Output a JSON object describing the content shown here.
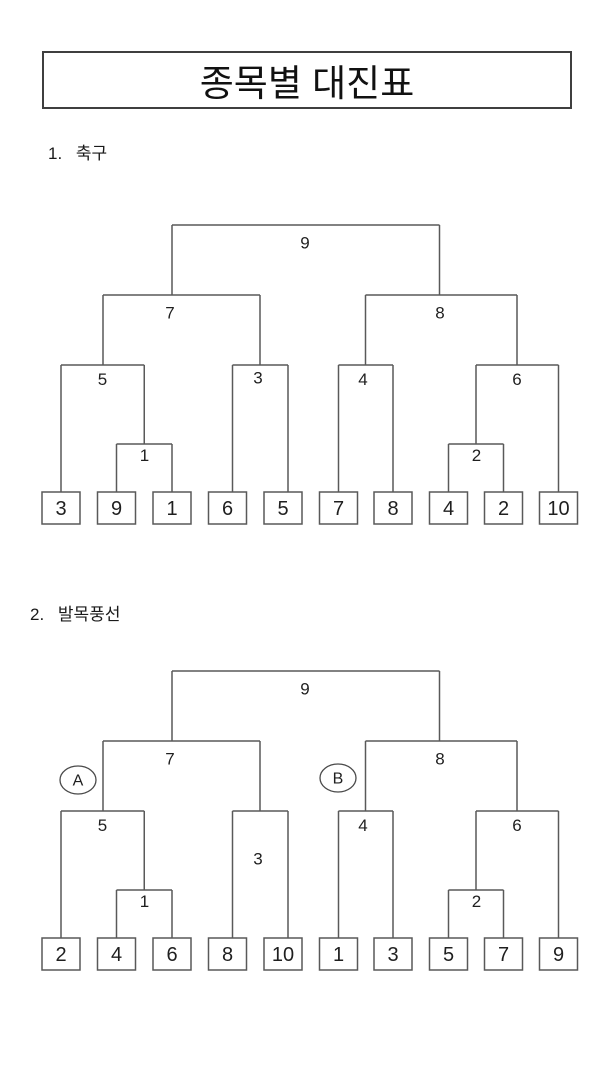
{
  "page": {
    "title": "종목별 대진표",
    "background_color": "#ffffff",
    "line_color": "#595959",
    "text_color": "#1f1f1f"
  },
  "brackets": [
    {
      "section_no": "1.",
      "section_title": "축구",
      "teams": [
        "3",
        "9",
        "1",
        "6",
        "5",
        "7",
        "8",
        "4",
        "2",
        "10"
      ],
      "match_labels": {
        "m1": "1",
        "m2": "2",
        "m3": "3",
        "m4": "4",
        "m5": "5",
        "m6": "6",
        "semi_left": "7",
        "semi_right": "8",
        "final": "9"
      },
      "group_labels": []
    },
    {
      "section_no": "2.",
      "section_title": "발목풍선",
      "teams": [
        "2",
        "4",
        "6",
        "8",
        "10",
        "1",
        "3",
        "5",
        "7",
        "9"
      ],
      "match_labels": {
        "m1": "1",
        "m2": "2",
        "m3": "3",
        "m4": "4",
        "m5": "5",
        "m6": "6",
        "semi_left": "7",
        "semi_right": "8",
        "final": "9"
      },
      "group_labels": [
        {
          "label": "A"
        },
        {
          "label": "B"
        }
      ]
    }
  ]
}
